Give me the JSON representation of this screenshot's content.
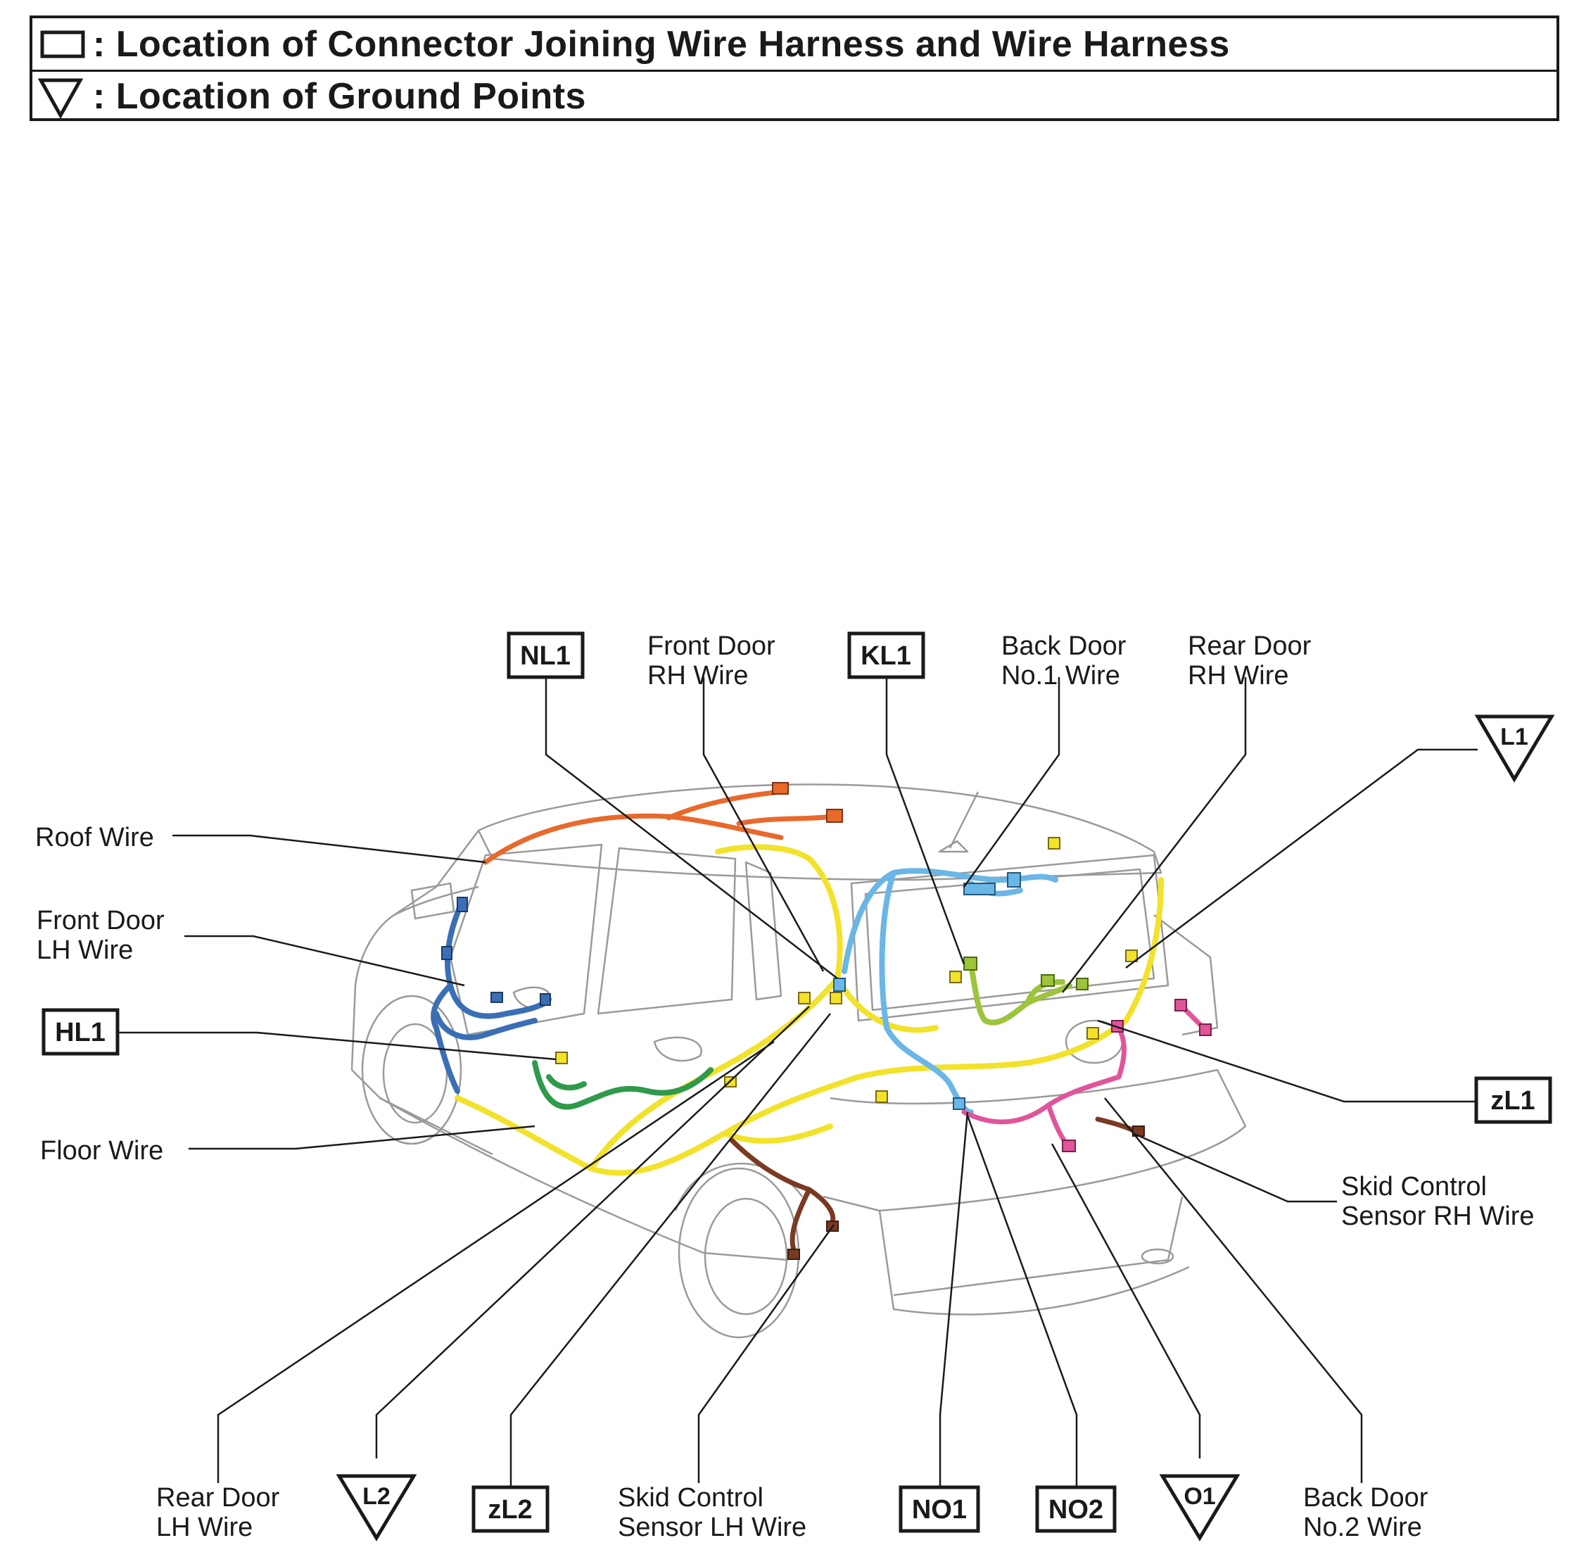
{
  "legend": {
    "connector_text": ": Location of Connector Joining Wire Harness and Wire Harness",
    "ground_text": ": Location of Ground Points"
  },
  "harness_labels": {
    "roof_wire": "Roof Wire",
    "front_door_lh": [
      "Front Door",
      "LH Wire"
    ],
    "floor_wire": "Floor Wire",
    "front_door_rh": [
      "Front Door",
      "RH Wire"
    ],
    "back_door_no1": [
      "Back Door",
      "No.1 Wire"
    ],
    "rear_door_rh": [
      "Rear Door",
      "RH Wire"
    ],
    "skid_rh": [
      "Skid Control",
      "Sensor RH Wire"
    ],
    "rear_door_lh": [
      "Rear Door",
      "LH Wire"
    ],
    "skid_lh": [
      "Skid Control",
      "Sensor LH Wire"
    ],
    "back_door_no2": [
      "Back Door",
      "No.2 Wire"
    ]
  },
  "connectors": {
    "nl1": "NL1",
    "kl1": "KL1",
    "hl1": "HL1",
    "zl1": "zL1",
    "zl2": "zL2",
    "no1": "NO1",
    "no2": "NO2"
  },
  "grounds": {
    "l1": "L1",
    "l2": "L2",
    "o1": "O1"
  },
  "colors": {
    "roof": "#e8692c",
    "front_door_lh": "#3a6fb5",
    "floor": "#f2e22a",
    "floor_green": "#2f9a4a",
    "back_door_no1": "#6ab6e6",
    "rear_door_rh": "#9cc43c",
    "back_door_no2": "#e0559a",
    "skid": "#7a3a22",
    "body_outline": "#9a9a9a"
  }
}
